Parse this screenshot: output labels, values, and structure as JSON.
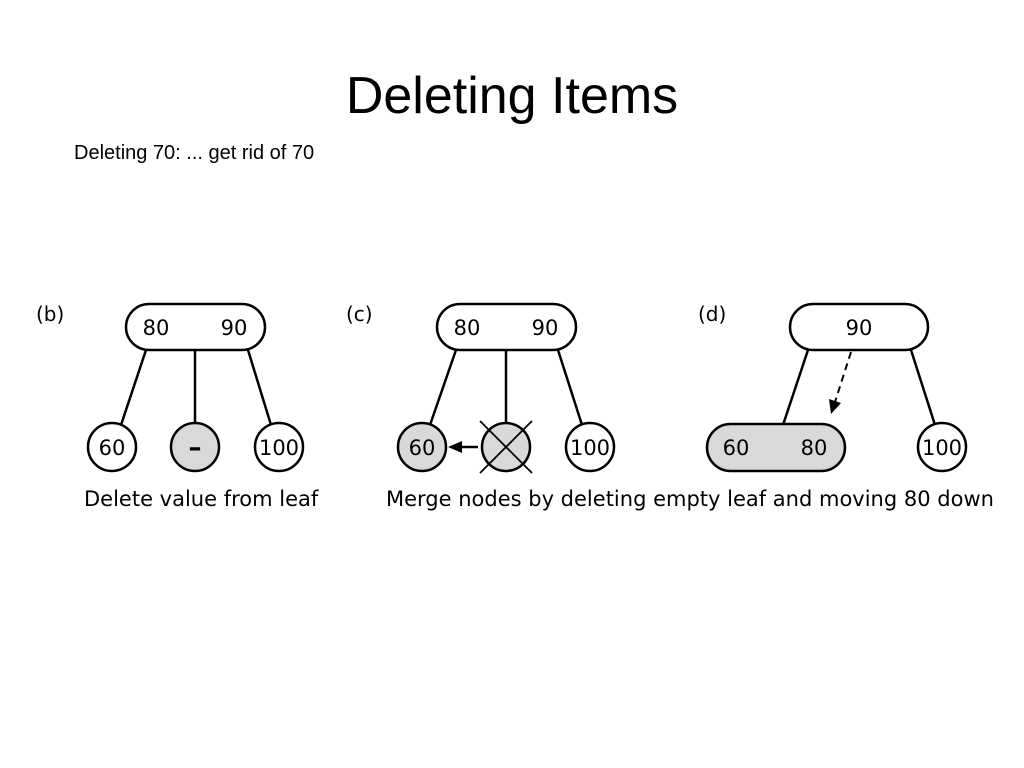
{
  "slide": {
    "title": "Deleting Items",
    "subtitle": "Deleting 70: ... get rid of 70"
  },
  "panels": [
    {
      "label": "(b)",
      "nodes": [
        {
          "values": [
            "80",
            "90"
          ]
        },
        {
          "values": [
            "60"
          ]
        },
        {
          "values": [
            "–"
          ],
          "shaded": true
        },
        {
          "values": [
            "100"
          ]
        }
      ],
      "caption": "Delete value from leaf"
    },
    {
      "label": "(c)",
      "nodes": [
        {
          "values": [
            "80",
            "90"
          ]
        },
        {
          "values": [
            "60"
          ],
          "shaded": true
        },
        {
          "values": [],
          "shaded": true,
          "crossed": true
        },
        {
          "values": [
            "100"
          ]
        }
      ]
    },
    {
      "label": "(d)",
      "nodes": [
        {
          "values": [
            "90"
          ]
        },
        {
          "values": [
            "60",
            "80"
          ],
          "shaded": true
        },
        {
          "values": [
            "100"
          ]
        }
      ]
    }
  ],
  "merge_caption": "Merge nodes by deleting empty leaf and moving 80 down",
  "colors": {
    "shaded": "#d9d9d9",
    "stroke": "#000000"
  }
}
